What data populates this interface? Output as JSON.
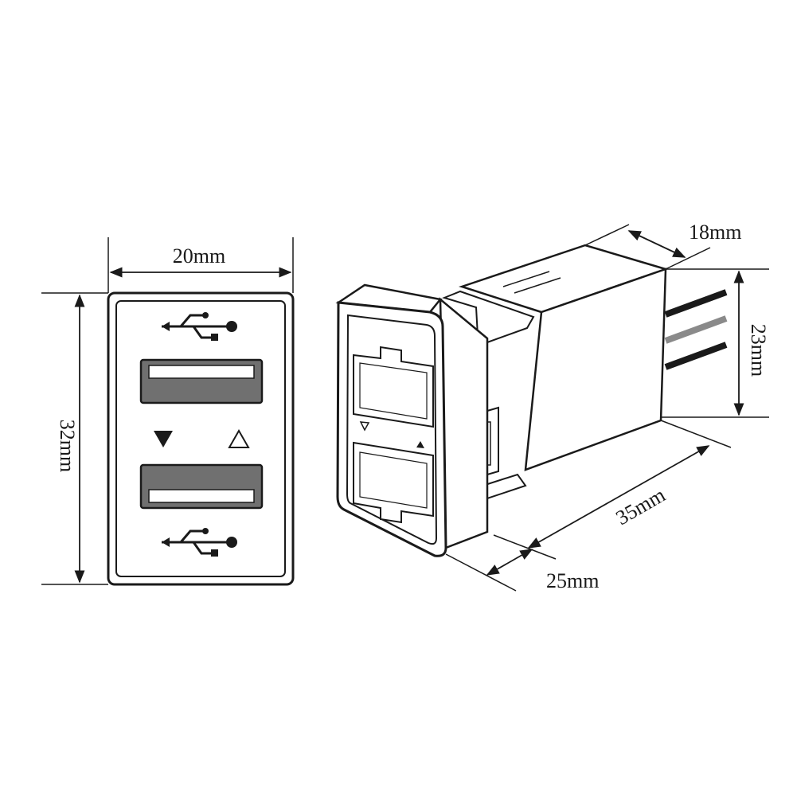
{
  "front_view": {
    "width_label": "20mm",
    "height_label": "32mm",
    "port_symbols": [
      "usb-icon",
      "usb-icon"
    ],
    "arrow_symbols": [
      "down-triangle-filled",
      "up-triangle-outline"
    ]
  },
  "perspective_view": {
    "depth_top_label": "18mm",
    "height_label": "23mm",
    "length_label": "35mm",
    "depth_bottom_label": "25mm"
  },
  "colors": {
    "line": "#1a1a1a",
    "port_fill": "#707070",
    "slot_fill": "#ffffff",
    "background": "#ffffff"
  }
}
